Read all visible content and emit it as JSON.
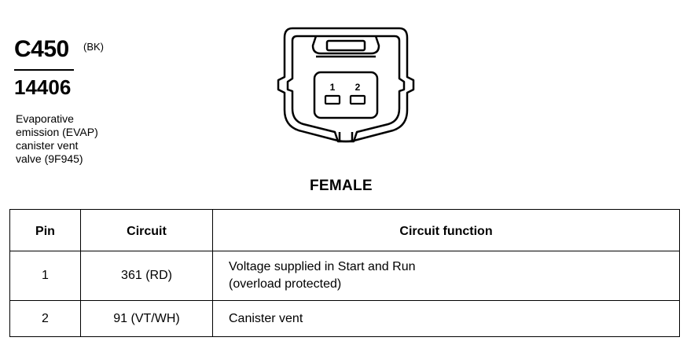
{
  "connector": {
    "id": "C450",
    "color_code": "(BK)",
    "part_number": "14406",
    "description_lines": [
      "Evaporative",
      "emission (EVAP)",
      "canister vent",
      "valve (9F945)"
    ],
    "gender": "FEMALE",
    "pin_labels": [
      "1",
      "2"
    ]
  },
  "table": {
    "headers": {
      "pin": "Pin",
      "circuit": "Circuit",
      "function": "Circuit function"
    },
    "rows": [
      {
        "pin": "1",
        "circuit": "361 (RD)",
        "function_lines": [
          "Voltage supplied in Start and Run",
          "(overload protected)"
        ]
      },
      {
        "pin": "2",
        "circuit": "91 (VT/WH)",
        "function_lines": [
          "Canister vent"
        ]
      }
    ]
  }
}
